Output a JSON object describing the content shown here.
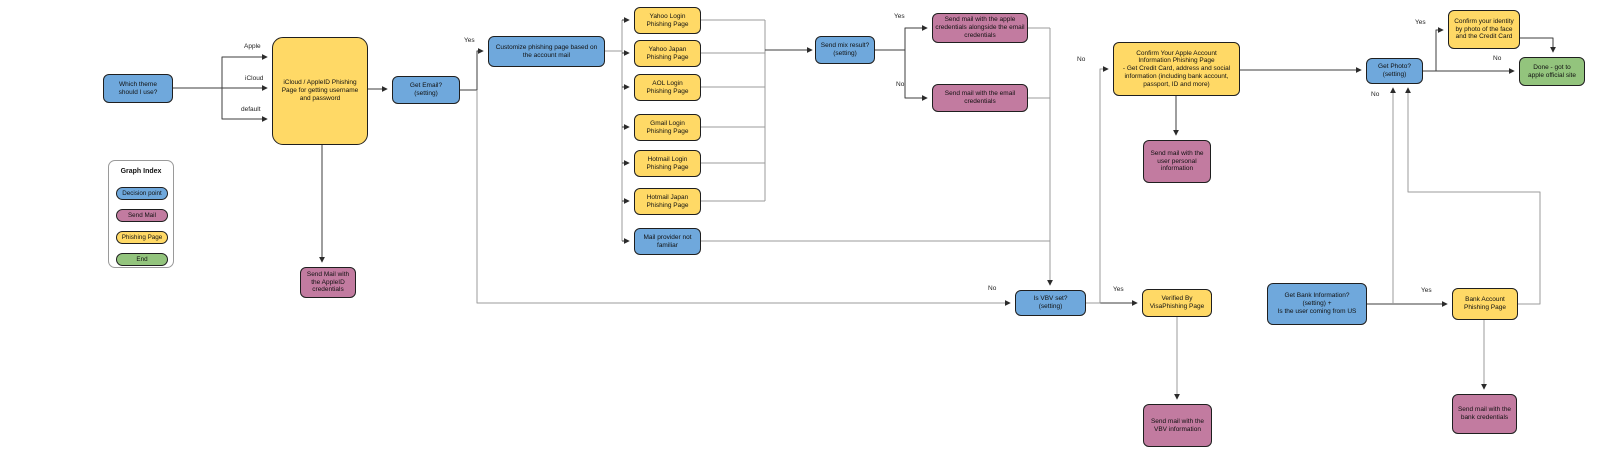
{
  "colors": {
    "decision": "#6FA8DC",
    "send_mail": "#C27BA0",
    "phishing_page": "#FFD966",
    "end": "#93C47D"
  },
  "legend": {
    "title": "Graph Index",
    "items": [
      {
        "key": "decision",
        "label": "Decision point"
      },
      {
        "key": "send_mail",
        "label": "Send Mail"
      },
      {
        "key": "phishing_page",
        "label": "Phishing Page"
      },
      {
        "key": "end",
        "label": "End"
      }
    ]
  },
  "nodes": {
    "which_theme": "Which theme\nshould I use?",
    "icloud_page": "iCloud / AppleID Phishing\nPage  for getting username\nand password",
    "get_email": "Get Email?\n(setting)",
    "customize": "Customize phishing page based on\nthe account mail",
    "yahoo_login": "Yahoo Login\nPhishing Page",
    "yahoo_japan": "Yahoo Japan\nPhishing Page",
    "aol_login": "AOL Login\nPhishing Page",
    "gmail_login": "Gmail Login\nPhishing Page",
    "hotmail_login": "Hotmail Login\nPhishing Page",
    "hotmail_japan": "Hotmail Japan\nPhishing Page",
    "mail_provider_not_familiar": "Mail provider not\nfamiliar",
    "send_mix_result": "Send mix result?\n(setting)",
    "mail_apple_creds": "Send mail with the apple\ncredentials alongside the email\ncredentials",
    "mail_email_creds": "Send mail with the email\ncredentials",
    "mail_appleid_creds": "Send Mail with\nthe AppleID\ncredentials",
    "is_vbv_set": "Is VBV set?\n(setting)",
    "verified_by_visa": "Verified By\nVisaPhishing Page",
    "mail_vbv_info": "Send mail with the\nVBV information",
    "get_bank_info": "Get Bank Information?\n(setting) +\nIs the user coming from US",
    "bank_account_page": "Bank Account\nPhishing Page",
    "mail_bank_creds": "Send mail with the\nbank credentials",
    "confirm_apple_account": "Confirm Your Apple Account\nInformation Phishing Page\n- Get Credit Card, address and social\ninformation (including bank account,\npassport, ID and more)",
    "mail_personal_info": "Send mail with the\nuser personal\ninformation",
    "get_photo": "Get Photo?\n(setting)",
    "confirm_identity": "Confirm your identity\nby photo of the face\nand the Credit Card",
    "done": "Done - got to\napple official site"
  },
  "edge_labels": {
    "theme_apple": "Apple",
    "theme_icloud": "iCloud",
    "theme_default": "default",
    "get_email_yes": "Yes",
    "get_email_no": "No",
    "mix_yes": "Yes",
    "mix_no": "No",
    "vbv_no": "No",
    "vbv_yes": "Yes",
    "bank_no": "No",
    "bank_yes": "Yes",
    "photo_yes": "Yes",
    "photo_no": "No"
  }
}
